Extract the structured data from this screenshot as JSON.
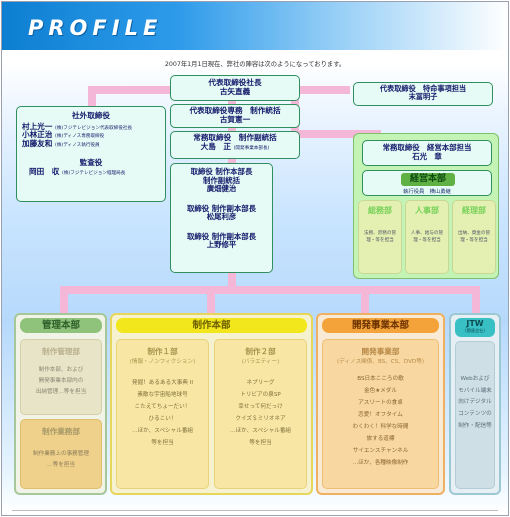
{
  "header": {
    "logo_text": "PROFILE"
  },
  "intro": "2007年1月1日現在、弊社の陣容は次のようになっております。",
  "exec": {
    "president": {
      "title": "代表取締役社長",
      "name": "古矢直義"
    },
    "special": {
      "title": "代表取締役　特命事項担当",
      "name": "末冨明子"
    },
    "senior_md": {
      "title": "代表取締役専務　制作統括",
      "name": "古賀憲一"
    },
    "md_production": {
      "title": "常務取締役　制作副統括",
      "name": "大島　正",
      "note": "(開発事業本部長)"
    },
    "outside_directors": {
      "heading": "社外取締役",
      "members": [
        {
          "name": "村上光一",
          "affil": "(株)フジテレビジョン代表取締役社長"
        },
        {
          "name": "小林正治",
          "affil": "(株)ディノス専務取締役"
        },
        {
          "name": "加藤友和",
          "affil": "(株)ディノス執行役員"
        }
      ]
    },
    "auditor": {
      "heading": "監査役",
      "name": "岡田　収",
      "affil": "(株)フジテレビジョン経理局長"
    },
    "production_block": [
      {
        "title": "取締役 制作本部長",
        "line2": "制作副統括",
        "name": "廣畑健治"
      },
      {
        "title": "取締役 制作副本部長",
        "name": "松尾利彦"
      },
      {
        "title": "取締役 制作副本部長",
        "name": "上野修平"
      }
    ]
  },
  "management": {
    "title": "常務取締役　経営本部担当",
    "name": "石光　章",
    "hq_label": "経営本部",
    "hq_officer": "執行役員　横山勇継",
    "depts": [
      {
        "name": "総務部",
        "desc": "法務、庶務の管理・等を担当"
      },
      {
        "name": "人事部",
        "desc": "人事、給与の管理・等を担当"
      },
      {
        "name": "経理部",
        "desc": "出納、資金の管理・等を担当"
      }
    ]
  },
  "divisions": {
    "kanri": {
      "label": "管理本部",
      "units": [
        {
          "name": "制作管理部",
          "lines": [
            "制作本部、および",
            "開発事業本部内の",
            "出納管理…等を担当"
          ]
        },
        {
          "name": "制作業務部",
          "lines": [
            "制作業務上の事務管理",
            "…等を担当"
          ]
        }
      ]
    },
    "seisaku": {
      "label": "制作本部",
      "units": [
        {
          "name": "制作１部",
          "sub": "(情報・ノンフィクション)",
          "lines": [
            "発掘！あるある大事典 II",
            "素敵な宇宙船地球号",
            "こたえてちょーだい！",
            "ひるこい！",
            "…ほか、スペシャル番組",
            "等を担当"
          ]
        },
        {
          "name": "制作２部",
          "sub": "(バラエティー)",
          "lines": [
            "ネプリーグ",
            "トリビアの泉SP",
            "幸せって何だっけ",
            "クイズ＄ミリオネア",
            "…ほか、スペシャル番組",
            "等を担当"
          ]
        }
      ]
    },
    "kaihatsu": {
      "label": "開発事業本部",
      "units": [
        {
          "name": "開発事業部",
          "sub": "(ディノス関係、BS、CS、DVD等)",
          "lines": [
            "BS日本こころの歌",
            "金色★メダル",
            "アスリートの食卓",
            "恋愛！オフタイム",
            "わくわく！科学な時間",
            "旅する道標",
            "サイエンスチャンネル",
            "…ほか、各種映像制作"
          ]
        }
      ]
    },
    "jtw": {
      "label": "JTW",
      "sub": "(関連会社)",
      "lines": [
        "Webおよび",
        "モバイル端末",
        "向けデジタル",
        "コンテンツの",
        "制作・配信等"
      ]
    }
  },
  "colors": {
    "connector": "#f4b7d7",
    "exec_box": "#e6fbf5",
    "exec_border": "#2f8f5e",
    "mgmt_bg": "#c4f3b6",
    "kanri": "#8fc27a",
    "seisaku": "#f2e61c",
    "kaihatsu": "#f4a33a",
    "jtw": "#38c0c5"
  }
}
